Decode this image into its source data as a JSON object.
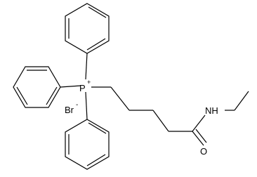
{
  "molecule": {
    "atoms": {
      "phosphorus": "P",
      "phosphorus_charge": "+",
      "counter_ion": "Br",
      "counter_ion_charge": "-",
      "amide_nh": "NH",
      "carbonyl_oxygen": "O"
    }
  },
  "colors": {
    "bond": "#000000",
    "background": "#ffffff"
  }
}
